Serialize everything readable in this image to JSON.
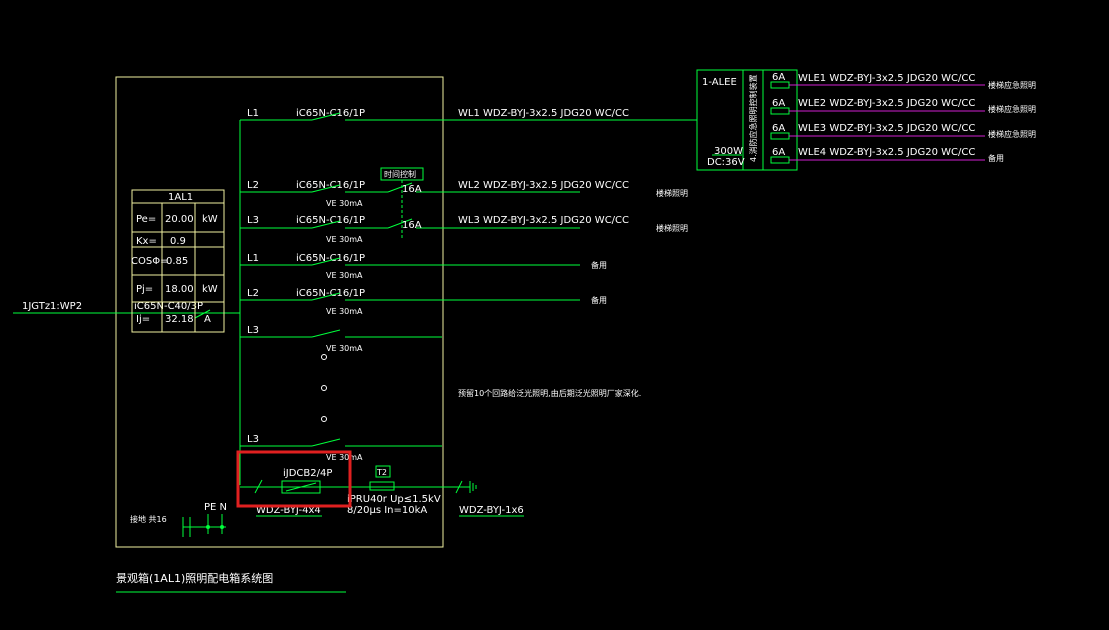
{
  "colors": {
    "background": "#000000",
    "line": "#00ff3c",
    "frame": "#f0f0a0",
    "text": "#ffffff",
    "magenta": "#d020d0",
    "highlight": "#e02020"
  },
  "incoming": {
    "label": "1JGTz1:WP2",
    "breaker": "iC65N-C40/3P"
  },
  "table": {
    "title": "1AL1",
    "rows": [
      {
        "name": "Pe=",
        "value": "20.00",
        "unit": "kW"
      },
      {
        "name": "Kx=",
        "value": "0.9",
        "unit": ""
      },
      {
        "name": "COSΦ=",
        "value": "0.85",
        "unit": ""
      },
      {
        "name": "Pj=",
        "value": "18.00",
        "unit": "kW"
      },
      {
        "name": "Ij=",
        "value": "32.18",
        "unit": "A"
      }
    ]
  },
  "circuits": [
    {
      "phase": "L1",
      "breaker": "iC65N-C16/1P",
      "rcd": "",
      "cable": "WL1  WDZ-BYJ-3x2.5  JDG20  WC/CC",
      "note": ""
    },
    {
      "phase": "L2",
      "breaker": "iC65N-C16/1P",
      "rcd": "VE 30mA",
      "cable": "WL2  WDZ-BYJ-3x2.5  JDG20  WC/CC",
      "note": "楼梯照明"
    },
    {
      "phase": "L3",
      "breaker": "iC65N-C16/1P",
      "rcd": "VE 30mA",
      "cable": "WL3  WDZ-BYJ-3x2.5  JDG20  WC/CC",
      "note": "楼梯照明"
    },
    {
      "phase": "L1",
      "breaker": "iC65N-C16/1P",
      "rcd": "VE 30mA",
      "cable": "",
      "note": "备用"
    },
    {
      "phase": "L2",
      "breaker": "iC65N-C16/1P",
      "rcd": "VE 30mA",
      "cable": "",
      "note": "备用"
    },
    {
      "phase": "L3",
      "breaker": "",
      "rcd": "VE 30mA",
      "cable": "",
      "note": ""
    },
    {
      "phase": "L3",
      "breaker": "",
      "rcd": "VE 30mA",
      "cable": "",
      "note": ""
    }
  ],
  "timer": {
    "label": "时间控制",
    "contact1": "16A",
    "contact2": "16A"
  },
  "middle_note": "预留10个回路给泛光照明,由后期泛光照明厂家深化.",
  "spd": {
    "isolator": "iJDCB2/4P",
    "device": "T2",
    "model_line1": "iPRU40r Up≤1.5kV",
    "model_line2": "8/20μs  In=10kA",
    "cable_left": "WDZ-BYJ-4x4",
    "cable_right": "WDZ-BYJ-1x6"
  },
  "pe_label": "PE N",
  "terminal_note": "接地 共16",
  "emergency": {
    "title": "1-ALEE",
    "vertical_label": "4.消防应急照明控制装置",
    "power": "300W",
    "voltage": "DC:36V",
    "circuits": [
      {
        "fuse": "6A",
        "cable": "WLE1  WDZ-BYJ-3x2.5  JDG20  WC/CC",
        "note": "楼梯应急照明"
      },
      {
        "fuse": "6A",
        "cable": "WLE2  WDZ-BYJ-3x2.5  JDG20  WC/CC",
        "note": "楼梯应急照明"
      },
      {
        "fuse": "6A",
        "cable": "WLE3  WDZ-BYJ-3x2.5  JDG20  WC/CC",
        "note": "楼梯应急照明"
      },
      {
        "fuse": "6A",
        "cable": "WLE4  WDZ-BYJ-3x2.5  JDG20  WC/CC",
        "note": "备用"
      }
    ]
  },
  "diagram_title": "景观箱(1AL1)照明配电箱系统图"
}
